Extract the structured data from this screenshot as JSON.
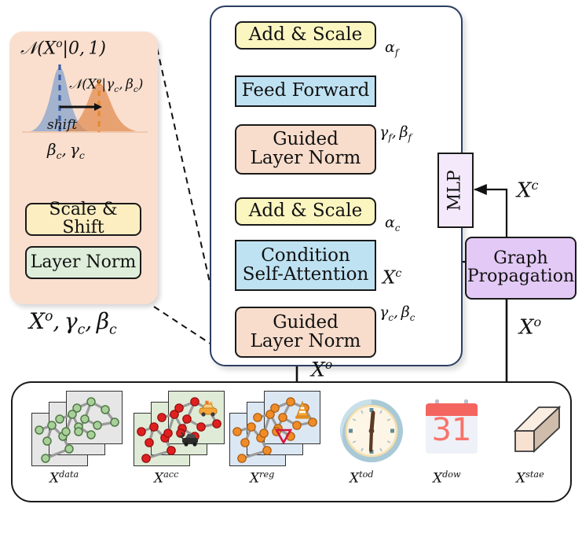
{
  "figure": {
    "title": "Guided layer normalization transformer block with graph propagation conditioning",
    "type": "architecture-diagram"
  },
  "inset": {
    "name": "scale-and-shift-inset",
    "dist_label_top": "N(X^o|0, 1)",
    "dist_label_right": "N(X^o|γ_c, β_c)",
    "shift_label": "shift",
    "params_label": "β_c, γ_c",
    "blocks": [
      {
        "id": "scale-shift",
        "label": "Scale & Shift",
        "color": "#fdeec2",
        "shape": "round"
      },
      {
        "id": "layer-norm",
        "label": "Layer Norm",
        "color": "#dfeedb",
        "shape": "round"
      }
    ],
    "input_label": "X^o, γ_c, β_c",
    "colors": {
      "panel": "#fadfcf",
      "blue_curve": "#8ba5cc",
      "orange_curve": "#e08a4e"
    }
  },
  "main_block": {
    "name": "transformer-block",
    "blocks": [
      {
        "id": "add-scale-f",
        "label": "Add & Scale",
        "color": "#fbf5c0",
        "shape": "round"
      },
      {
        "id": "feed-forward",
        "label": "Feed Forward",
        "color": "#bfe2f2",
        "shape": "sharp"
      },
      {
        "id": "guided-layer-norm-f",
        "label_line1": "Guided",
        "label_line2": "Layer Norm",
        "color": "#f8ddcc",
        "shape": "round"
      },
      {
        "id": "add-scale-c",
        "label": "Add & Scale",
        "color": "#fbf5c0",
        "shape": "round"
      },
      {
        "id": "condition-self-attention",
        "label_line1": "Condition",
        "label_line2": "Self-Attention",
        "color": "#bfe2f2",
        "shape": "sharp"
      },
      {
        "id": "guided-layer-norm-c",
        "label_line1": "Guided",
        "label_line2": "Layer Norm",
        "color": "#f8ddcc",
        "shape": "round"
      }
    ],
    "edge_labels": {
      "alpha_f": "α_f",
      "gamma_beta_f": "γ_f, β_f",
      "alpha_c": "α_c",
      "gamma_beta_c": "γ_c, β_c",
      "x_c_attn": "X^c",
      "x_o_out": "X^o"
    },
    "border_color": "#2b3f63"
  },
  "right_column": {
    "mlp": {
      "id": "mlp",
      "label": "MLP",
      "color": "#f3e9fb",
      "orientation": "vertical"
    },
    "graph_propagation": {
      "id": "graph-propagation",
      "label_line1": "Graph",
      "label_line2": "Propagation",
      "color": "#e3c9f5"
    },
    "labels": {
      "x_c_in": "X^c",
      "x_o_down": "X^o"
    }
  },
  "inputs_panel": {
    "name": "input-features-panel",
    "items": [
      {
        "id": "x-data",
        "label": "X^data",
        "icon": "graph-card-stack-gray",
        "node_color": "#9cc98c",
        "card_color": "#e6e6e6"
      },
      {
        "id": "x-acc",
        "label": "X^acc",
        "icon": "graph-card-stack-accident",
        "node_color": "#e02020",
        "card_color": "#dfebd6"
      },
      {
        "id": "x-reg",
        "label": "X^reg",
        "icon": "graph-card-stack-regulation",
        "node_color": "#f08c28",
        "card_color": "#dce7f4"
      },
      {
        "id": "x-tod",
        "label": "X^tod",
        "icon": "clock-icon"
      },
      {
        "id": "x-dow",
        "label": "X^dow",
        "icon": "calendar-icon",
        "calendar_day": "31"
      },
      {
        "id": "x-stae",
        "label": "X^stae",
        "icon": "brick-icon"
      }
    ]
  },
  "symbols": {
    "X": "X",
    "o": "o",
    "c": "c",
    "f": "f",
    "alpha": "α",
    "beta": "β",
    "gamma": "γ",
    "cal_N": "𝒩",
    "comma": ",",
    "data": "data",
    "acc": "acc",
    "reg": "reg",
    "tod": "tod",
    "dow": "dow",
    "stae": "stae",
    "zero_one": "|0, 1)",
    "shift": "shift"
  }
}
